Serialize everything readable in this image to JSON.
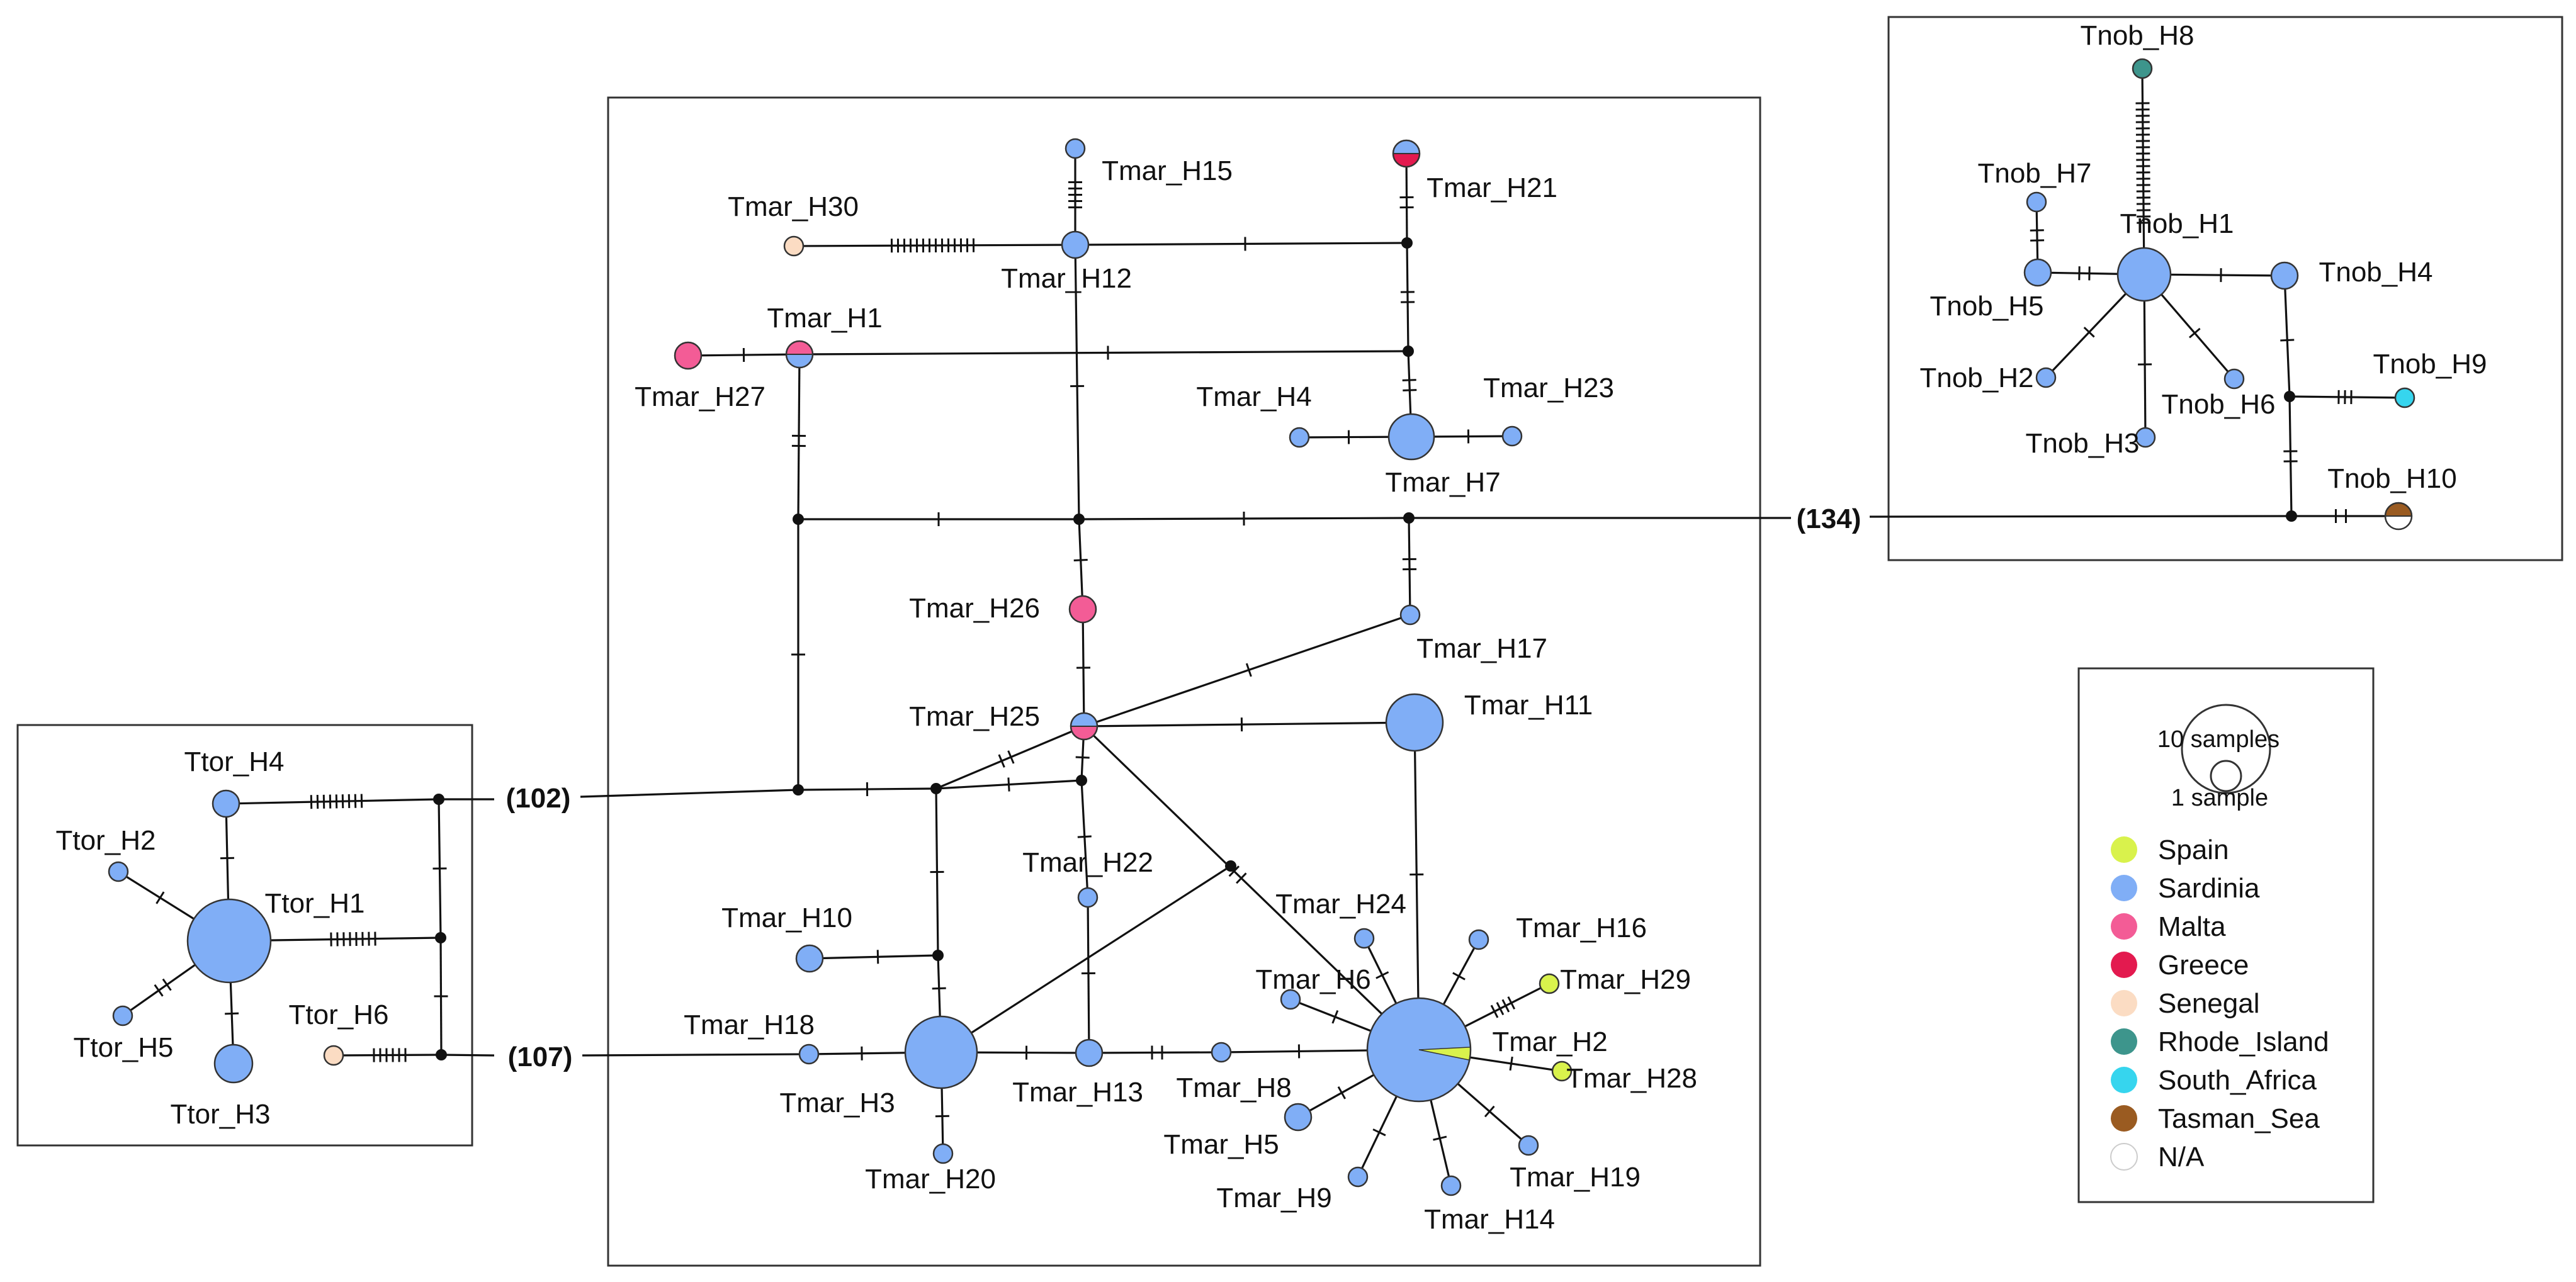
{
  "colors": {
    "Spain": "#d9f24c",
    "Sardinia": "#80aef6",
    "Malta": "#f35c96",
    "Greece": "#e31a4f",
    "Senegal": "#fbdcc3",
    "Rhode_Island": "#3d958c",
    "South_Africa": "#36d5ee",
    "Tasman_Sea": "#9a5b21",
    "N/A": "#ffffff"
  },
  "legend": {
    "size_large": "10 samples",
    "size_small": "1 sample",
    "entries": [
      {
        "name": "Spain",
        "color": "#d9f24c"
      },
      {
        "name": "Sardinia",
        "color": "#80aef6"
      },
      {
        "name": "Malta",
        "color": "#f35c96"
      },
      {
        "name": "Greece",
        "color": "#e31a4f"
      },
      {
        "name": "Senegal",
        "color": "#fbdcc3"
      },
      {
        "name": "Rhode_Island",
        "color": "#3d958c"
      },
      {
        "name": "South_Africa",
        "color": "#36d5ee"
      },
      {
        "name": "Tasman_Sea",
        "color": "#9a5b21"
      },
      {
        "name": "N/A",
        "color": "#ffffff"
      }
    ]
  },
  "distance_labels": [
    "(102)",
    "(107)",
    "(134)"
  ],
  "haplotypes": [
    {
      "id": "Tmar_H1",
      "label": "Tmar_H1"
    },
    {
      "id": "Tmar_H2",
      "label": "Tmar_H2"
    },
    {
      "id": "Tmar_H3",
      "label": "Tmar_H3"
    },
    {
      "id": "Tmar_H4",
      "label": "Tmar_H4"
    },
    {
      "id": "Tmar_H5",
      "label": "Tmar_H5"
    },
    {
      "id": "Tmar_H6",
      "label": "Tmar_H6"
    },
    {
      "id": "Tmar_H7",
      "label": "Tmar_H7"
    },
    {
      "id": "Tmar_H8",
      "label": "Tmar_H8"
    },
    {
      "id": "Tmar_H9",
      "label": "Tmar_H9"
    },
    {
      "id": "Tmar_H10",
      "label": "Tmar_H10"
    },
    {
      "id": "Tmar_H11",
      "label": "Tmar_H11"
    },
    {
      "id": "Tmar_H12",
      "label": "Tmar_H12"
    },
    {
      "id": "Tmar_H13",
      "label": "Tmar_H13"
    },
    {
      "id": "Tmar_H14",
      "label": "Tmar_H14"
    },
    {
      "id": "Tmar_H15",
      "label": "Tmar_H15"
    },
    {
      "id": "Tmar_H16",
      "label": "Tmar_H16"
    },
    {
      "id": "Tmar_H17",
      "label": "Tmar_H17"
    },
    {
      "id": "Tmar_H18",
      "label": "Tmar_H18"
    },
    {
      "id": "Tmar_H19",
      "label": "Tmar_H19"
    },
    {
      "id": "Tmar_H20",
      "label": "Tmar_H20"
    },
    {
      "id": "Tmar_H21",
      "label": "Tmar_H21"
    },
    {
      "id": "Tmar_H22",
      "label": "Tmar_H22"
    },
    {
      "id": "Tmar_H23",
      "label": "Tmar_H23"
    },
    {
      "id": "Tmar_H24",
      "label": "Tmar_H24"
    },
    {
      "id": "Tmar_H25",
      "label": "Tmar_H25"
    },
    {
      "id": "Tmar_H26",
      "label": "Tmar_H26"
    },
    {
      "id": "Tmar_H27",
      "label": "Tmar_H27"
    },
    {
      "id": "Tmar_H28",
      "label": "Tmar_H28"
    },
    {
      "id": "Tmar_H29",
      "label": "Tmar_H29"
    },
    {
      "id": "Tmar_H30",
      "label": "Tmar_H30"
    },
    {
      "id": "Ttor_H1",
      "label": "Ttor_H1"
    },
    {
      "id": "Ttor_H2",
      "label": "Ttor_H2"
    },
    {
      "id": "Ttor_H3",
      "label": "Ttor_H3"
    },
    {
      "id": "Ttor_H4",
      "label": "Ttor_H4"
    },
    {
      "id": "Ttor_H5",
      "label": "Ttor_H5"
    },
    {
      "id": "Ttor_H6",
      "label": "Ttor_H6"
    },
    {
      "id": "Tnob_H1",
      "label": "Tnob_H1"
    },
    {
      "id": "Tnob_H2",
      "label": "Tnob_H2"
    },
    {
      "id": "Tnob_H3",
      "label": "Tnob_H3"
    },
    {
      "id": "Tnob_H4",
      "label": "Tnob_H4"
    },
    {
      "id": "Tnob_H5",
      "label": "Tnob_H5"
    },
    {
      "id": "Tnob_H6",
      "label": "Tnob_H6"
    },
    {
      "id": "Tnob_H7",
      "label": "Tnob_H7"
    },
    {
      "id": "Tnob_H8",
      "label": "Tnob_H8"
    },
    {
      "id": "Tnob_H9",
      "label": "Tnob_H9"
    },
    {
      "id": "Tnob_H10",
      "label": "Tnob_H10"
    }
  ]
}
